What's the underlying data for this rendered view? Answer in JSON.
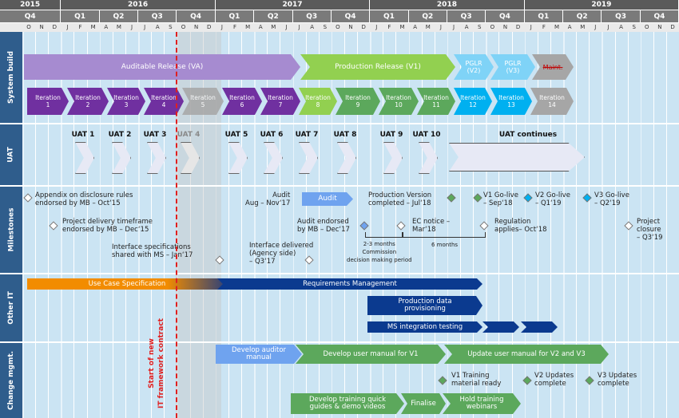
{
  "years": [
    "2015",
    "2016",
    "2017",
    "2018",
    "2019"
  ],
  "quarters": [
    "Q4",
    "Q1",
    "Q2",
    "Q3",
    "Q4",
    "Q1",
    "Q2",
    "Q3",
    "Q4",
    "Q1",
    "Q2",
    "Q3",
    "Q4",
    "Q1",
    "Q2",
    "Q3",
    "Q4"
  ],
  "months": [
    "O",
    "N",
    "D",
    "J",
    "F",
    "M",
    "A",
    "M",
    "J",
    "J",
    "A",
    "S",
    "O",
    "N",
    "D",
    "J",
    "F",
    "M",
    "A",
    "M",
    "J",
    "J",
    "A",
    "S",
    "O",
    "N",
    "D",
    "J",
    "F",
    "M",
    "A",
    "M",
    "J",
    "J",
    "A",
    "S",
    "O",
    "N",
    "D",
    "J",
    "F",
    "M",
    "A",
    "M",
    "J",
    "J",
    "A",
    "S",
    "O",
    "N",
    "D"
  ],
  "lanes": [
    "System build",
    "UAT",
    "Milestones",
    "Other IT",
    "Change mgmt."
  ],
  "releases": {
    "va": "Auditable Release (VA)",
    "v1": "Production Release (V1)",
    "v2": "PGLR\n(V2)",
    "v3": "PGLR\n(V3)",
    "maint": "Maint."
  },
  "iterations": [
    "Iteration\n1",
    "Iteration\n2",
    "Iteration\n3",
    "Iteration\n4",
    "Iteration\n5",
    "Iteration\n6",
    "Iteration\n7",
    "Iteration\n8",
    "Iteration\n9",
    "Iteration\n10",
    "Iteration\n11",
    "Iteration\n12",
    "Iteration\n13",
    "Iteration\n14"
  ],
  "uat": [
    "UAT 1",
    "UAT 2",
    "UAT 3",
    "UAT 4",
    "UAT 5",
    "UAT 6",
    "UAT 7",
    "UAT 8",
    "UAT 9",
    "UAT 10",
    "UAT continues"
  ],
  "milestones": {
    "m1": "Appendix on disclosure rules\nendorsed by MB – Oct‘15",
    "m2": "Project delivery timeframe\nendorsed by MB – Dec‘15",
    "m3": "Interface specifications\nshared with MS – Jan‘17",
    "m4": "Interface delivered\n(Agency side)\n– Q3‘17",
    "m5": "Audit\nAug – Nov‘17",
    "audit_bar": "Audit",
    "m6": "Audit endorsed\nby MB – Dec‘17",
    "m7": "Production Version\ncompleted – Jul‘18",
    "m8": "EC notice –\nMar‘18",
    "m9": "2-3 months\nCommission\ndecision making period",
    "m10": "6 months",
    "m11": "V1 Go-live\n– Sep‘18",
    "m12": "V2 Go-live\n– Q1‘19",
    "m13": "V3 Go-live\n– Q2‘19",
    "m14": "Regulation\napplies– Oct‘18",
    "m15": "Project\nclosure\n– Q3‘19"
  },
  "other_it": {
    "use_case": "Use Case Specification",
    "requirements": "Requirements Management",
    "prod_data": "Production data\nprovisioning",
    "ms_integration": "MS integration testing"
  },
  "change": {
    "auditor_manual": "Develop auditor\nmanual",
    "user_manual_v1": "Develop user manual for V1",
    "user_manual_v2v3": "Update user manual for V2 and V3",
    "v1_training": "V1 Training\nmaterial ready",
    "v2_updates": "V2 Updates\ncomplete",
    "v3_updates": "V3 Updates\ncomplete",
    "training_guides": "Develop training quick\nguides & demo videos",
    "finalise": "Finalise",
    "webinars": "Hold training\nwebinars"
  },
  "red_label": "Start of new\nIT framework contract",
  "colors": {
    "header_year": "#5a5a5a",
    "header_quarter": "#7a7a7a",
    "lane_label": "#2f5d8c",
    "lane_bg": "#cbe4f3",
    "purple": "#7030a0",
    "purple_light": "#a68bd0",
    "green": "#5ca85c",
    "green_light": "#92d050",
    "cyan": "#00b0f0",
    "cyan_light": "#7fd3f7",
    "grey": "#a6a6a6",
    "orange": "#f28c00",
    "navy": "#0b3a8f",
    "blue_light": "#6fa3ef"
  }
}
